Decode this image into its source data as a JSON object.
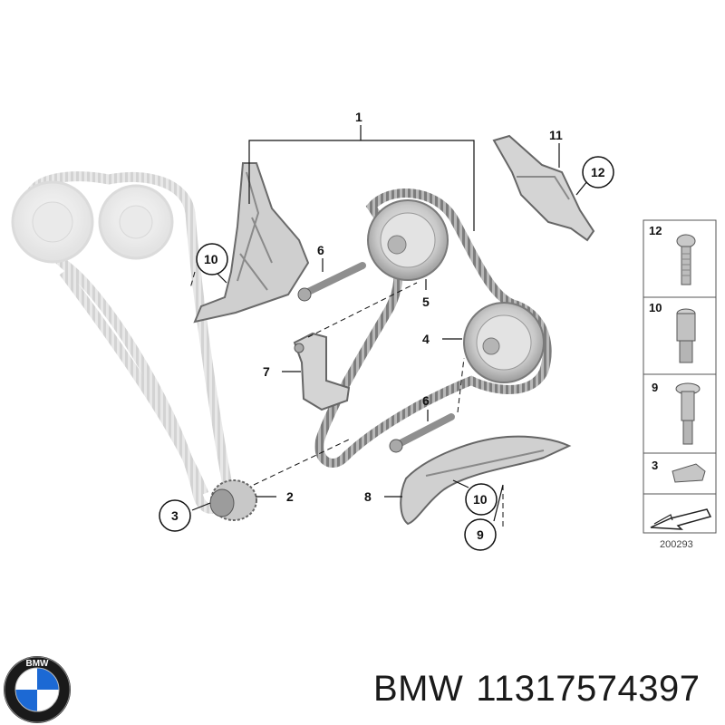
{
  "callouts": {
    "c1": "1",
    "c2": "2",
    "c3": "3",
    "c4": "4",
    "c5": "5",
    "c6a": "6",
    "c6b": "6",
    "c7": "7",
    "c8": "8",
    "c9": "9",
    "c10a": "10",
    "c10b": "10",
    "c11": "11",
    "c12": "12"
  },
  "legend": {
    "items": [
      {
        "number": "12",
        "icon": "bolt-icon"
      },
      {
        "number": "10",
        "icon": "sleeve-icon"
      },
      {
        "number": "9",
        "icon": "pin-icon"
      },
      {
        "number": "3",
        "icon": "key-icon"
      }
    ],
    "code": "200293"
  },
  "logo": {
    "letters": "BMW",
    "colors": {
      "blue": "#1c69d4",
      "ring": "#1a1a1a",
      "white": "#ffffff"
    }
  },
  "footer": {
    "brand": "BMW",
    "part_number": "11317574397"
  }
}
